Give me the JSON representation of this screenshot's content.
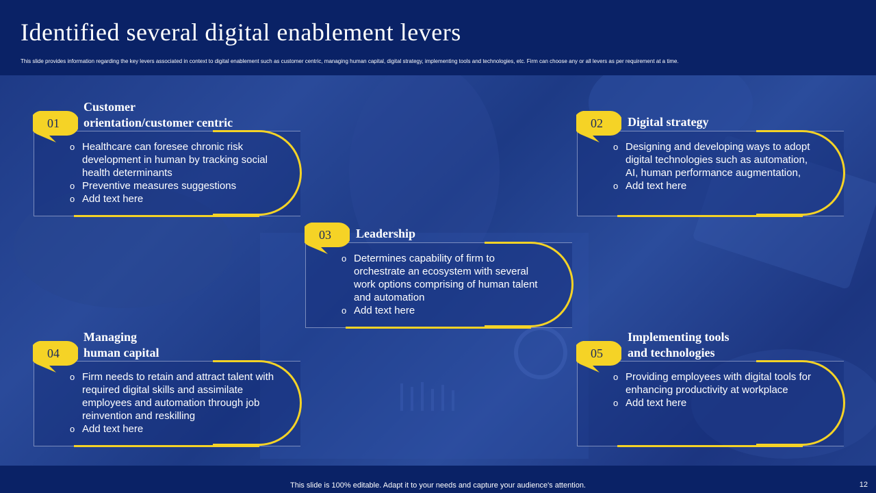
{
  "header": {
    "title": "Identified several digital enablement levers",
    "subtitle": "This slide provides information regarding the key levers associated in context to digital enablement such as customer centric, managing human capital, digital strategy, implementing tools and technologies, etc. Firm can choose any or all levers as per requirement at a time."
  },
  "levers": [
    {
      "number": "01",
      "title_line1": "Customer",
      "title_line2": "orientation/customer centric",
      "items": [
        "Healthcare can foresee chronic risk development in human  by tracking social health determinants",
        "Preventive measures suggestions",
        "Add text here"
      ]
    },
    {
      "number": "02",
      "title_line1": "Digital strategy",
      "title_line2": "",
      "items": [
        "Designing and developing ways to adopt digital technologies such as automation, AI, human performance augmentation,",
        "Add text here"
      ]
    },
    {
      "number": "03",
      "title_line1": "Leadership",
      "title_line2": "",
      "items": [
        "Determines capability of firm to orchestrate an ecosystem with several work options comprising of human talent and automation",
        "Add text here"
      ]
    },
    {
      "number": "04",
      "title_line1": "Managing",
      "title_line2": "human capital",
      "items": [
        "Firm needs to retain and attract talent with required digital skills and assimilate employees and automation through job reinvention and reskilling",
        "Add text here"
      ]
    },
    {
      "number": "05",
      "title_line1": "Implementing tools",
      "title_line2": "and technologies",
      "items": [
        "Providing employees with digital tools for enhancing productivity at workplace",
        "Add text here"
      ]
    }
  ],
  "footer": {
    "text": "This slide is 100% editable. Adapt it to your needs and capture your audience's attention.",
    "page_number": "12"
  },
  "colors": {
    "background": "#0a2266",
    "accent": "#f5d326",
    "text": "#ffffff"
  }
}
